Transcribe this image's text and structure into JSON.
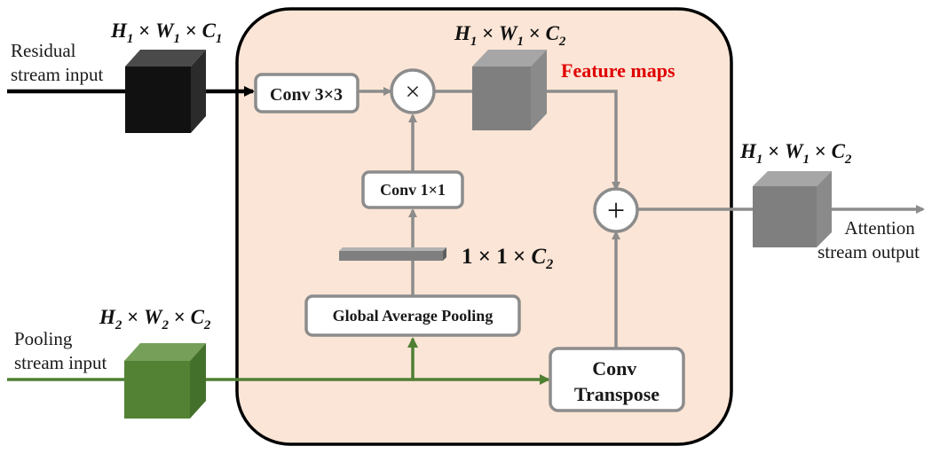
{
  "inputs": {
    "residual": "Residual\nstream input",
    "pooling": "Pooling\nstream input"
  },
  "output": "Attention\nstream output",
  "blocks": {
    "conv3": "Conv 3×3",
    "conv1": "Conv 1×1",
    "gap": "Global Average Pooling",
    "convT": "Conv\nTranspose"
  },
  "ops": {
    "multiply": "×",
    "add": "+"
  },
  "annotations": {
    "feature_maps": "Feature maps"
  },
  "dims": {
    "residual_in": {
      "a": "H",
      "as": "1",
      "b": "W",
      "bs": "1",
      "c": "C",
      "cs": "1"
    },
    "feature": {
      "a": "H",
      "as": "1",
      "b": "W",
      "bs": "1",
      "c": "C",
      "cs": "2"
    },
    "output": {
      "a": "H",
      "as": "1",
      "b": "W",
      "bs": "1",
      "c": "C",
      "cs": "2"
    },
    "pooling_in": {
      "a": "H",
      "as": "2",
      "b": "W",
      "bs": "2",
      "c": "C",
      "cs": "2"
    },
    "vector": {
      "a": "1",
      "b": "1",
      "c": "C",
      "cs": "2"
    }
  },
  "colors": {
    "panel_fill": "#fbe5d6",
    "panel_stroke": "#000000",
    "residual_cube": "#111111",
    "feature_cube": "#7f7f7f",
    "pooling_cube": "#548235",
    "feature_maps_text": "#e00000",
    "pooling_path": "#4f7f33"
  },
  "icons": {
    "arrowhead": "triangle-arrow-icon"
  }
}
